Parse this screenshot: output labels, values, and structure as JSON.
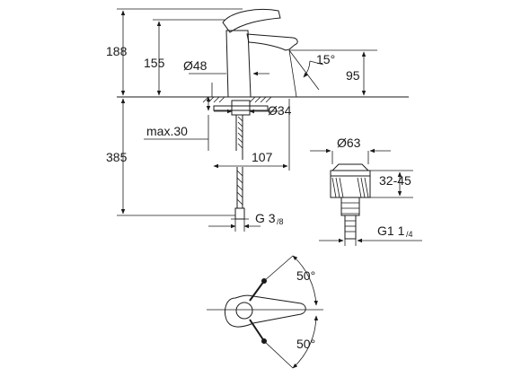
{
  "dimensions": {
    "height_spout": "188",
    "height_lever": "155",
    "diameter_body": "Ø48",
    "spout_angle": "15°",
    "spout_height": "95",
    "shank_diameter": "Ø34",
    "max_deck": "max.30",
    "under_deck_length": "385",
    "projection": "107",
    "waste_diameter": "Ø63",
    "waste_range": "32-45",
    "hose_thread_base": "G 3",
    "hose_thread_fraction": "/8",
    "waste_thread_base": "G1 1",
    "waste_thread_fraction": "/4",
    "lever_angle_top": "50°",
    "lever_angle_bottom": "50°"
  }
}
